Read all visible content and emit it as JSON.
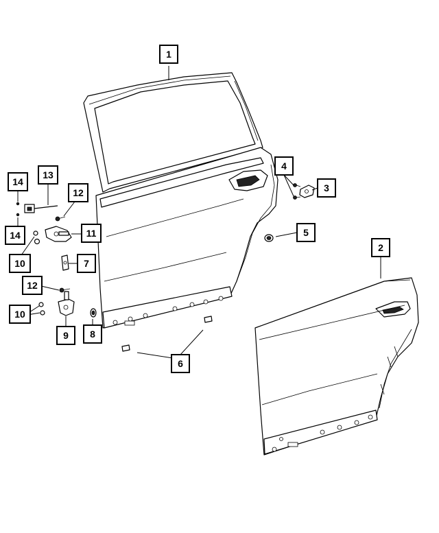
{
  "callouts": [
    {
      "id": "c1",
      "label": "1"
    },
    {
      "id": "c2",
      "label": "2"
    },
    {
      "id": "c3",
      "label": "3"
    },
    {
      "id": "c4",
      "label": "4"
    },
    {
      "id": "c5",
      "label": "5"
    },
    {
      "id": "c6",
      "label": "6"
    },
    {
      "id": "c7",
      "label": "7"
    },
    {
      "id": "c8",
      "label": "8"
    },
    {
      "id": "c9",
      "label": "9"
    },
    {
      "id": "c10a",
      "label": "10"
    },
    {
      "id": "c10b",
      "label": "10"
    },
    {
      "id": "c11",
      "label": "11"
    },
    {
      "id": "c12a",
      "label": "12"
    },
    {
      "id": "c12b",
      "label": "12"
    },
    {
      "id": "c13",
      "label": "13"
    },
    {
      "id": "c14a",
      "label": "14"
    },
    {
      "id": "c14b",
      "label": "14"
    }
  ]
}
